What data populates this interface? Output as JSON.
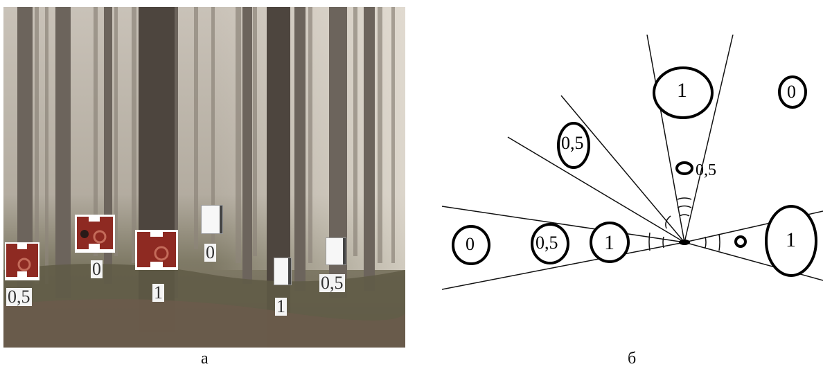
{
  "photo": {
    "tags": [
      "0,5",
      "0",
      "1",
      "0",
      "1",
      "0,5"
    ]
  },
  "diagram": {
    "labels": [
      "1",
      "0",
      "0,5",
      "0,5",
      "0",
      "0,5",
      "1",
      "1"
    ]
  },
  "captions": {
    "left": "а",
    "right": "б"
  },
  "colors": {
    "red_marker": "#8e2a22",
    "forest_bg": "#a39a8f"
  }
}
